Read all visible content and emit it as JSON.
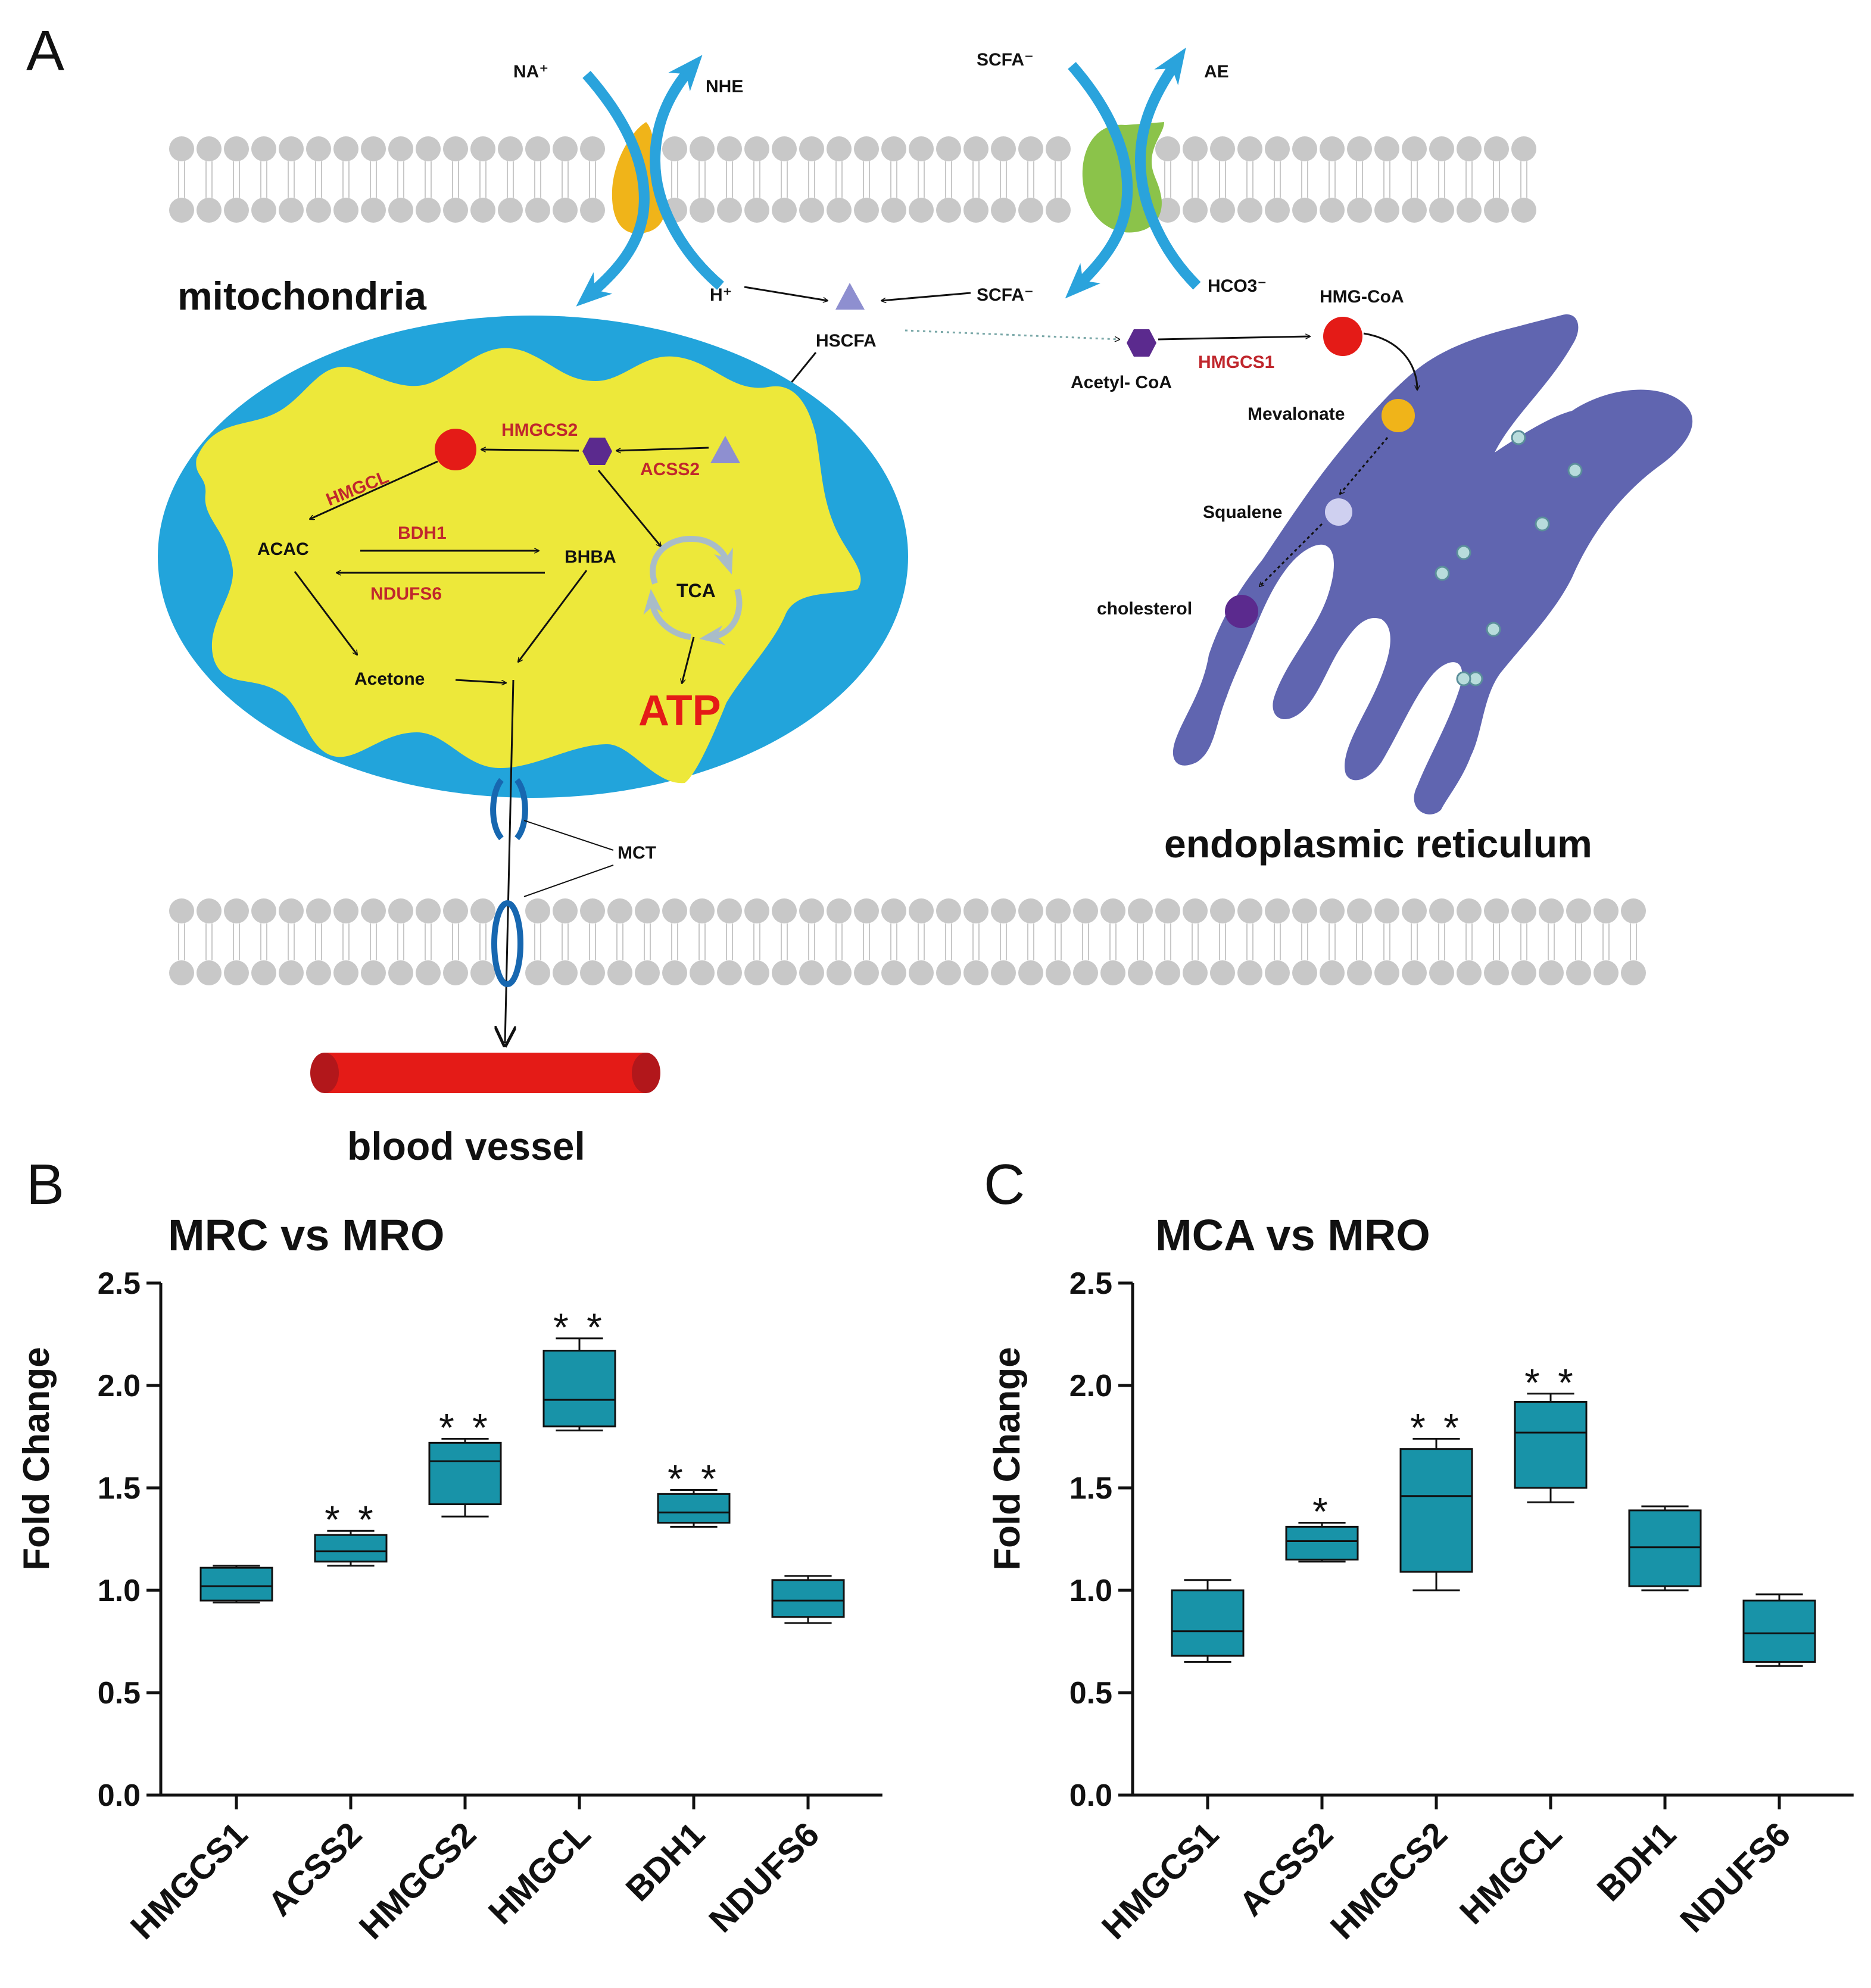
{
  "panel_labels": {
    "a": "A",
    "b": "B",
    "c": "C"
  },
  "diagram": {
    "mito_title": "mitochondria",
    "er_title": "endoplasmic reticulum",
    "vessel_title": "blood vessel",
    "nhe": {
      "na": "NA⁺",
      "nhe": "NHE",
      "h": "H⁺"
    },
    "ae": {
      "scfa_in": "SCFA⁻",
      "ae": "AE",
      "hco3": "HCO3⁻"
    },
    "scfa_out": "SCFA⁻",
    "hscfa": "HSCFA",
    "acetyl_coa": "Acetyl- CoA",
    "hmgcs1": "HMGCS1",
    "hmg_coa": "HMG-CoA",
    "mevalonate": "Mevalonate",
    "squalene": "Squalene",
    "cholesterol": "cholesterol",
    "hmgcs2": "HMGCS2",
    "acss2": "ACSS2",
    "hmgcl": "HMGCL",
    "acac": "ACAC",
    "bdh1": "BDH1",
    "ndufs6": "NDUFS6",
    "bhba": "BHBA",
    "tca": "TCA",
    "acetone": "Acetone",
    "atp": "ATP",
    "mct": "MCT",
    "colors": {
      "membrane": "#c8c8c8",
      "transporter_arrow": "#2aa3dc",
      "nhe_protein": "#f0b419",
      "ae_protein": "#8bc34a",
      "mito_outer": "#22a4db",
      "mito_inner": "#ede83a",
      "enzyme_label": "#c0272d",
      "er": "#6065b0",
      "vessel": "#e41b17",
      "atp": "#e41b17"
    }
  },
  "chart_data": [
    {
      "type": "box",
      "title": "MRC vs MRO",
      "ylabel": "Fold Change",
      "xlabel": "",
      "ylim": [
        0,
        2.5
      ],
      "yticks": [
        "0.0",
        "0.5",
        "1.0",
        "1.5",
        "2.0",
        "2.5"
      ],
      "categories": [
        "HMGCS1",
        "ACSS2",
        "HMGCS2",
        "HMGCL",
        "BDH1",
        "NDUFS6"
      ],
      "boxes": [
        {
          "min": 0.94,
          "q1": 0.95,
          "median": 1.02,
          "q3": 1.11,
          "max": 1.12,
          "sig": ""
        },
        {
          "min": 1.12,
          "q1": 1.14,
          "median": 1.19,
          "q3": 1.27,
          "max": 1.29,
          "sig": "**"
        },
        {
          "min": 1.36,
          "q1": 1.42,
          "median": 1.63,
          "q3": 1.72,
          "max": 1.74,
          "sig": "**"
        },
        {
          "min": 1.78,
          "q1": 1.8,
          "median": 1.93,
          "q3": 2.17,
          "max": 2.23,
          "sig": "**"
        },
        {
          "min": 1.31,
          "q1": 1.33,
          "median": 1.38,
          "q3": 1.47,
          "max": 1.49,
          "sig": "**"
        },
        {
          "min": 0.84,
          "q1": 0.87,
          "median": 0.95,
          "q3": 1.05,
          "max": 1.07,
          "sig": ""
        }
      ],
      "box_color": "#1893a8"
    },
    {
      "type": "box",
      "title": "MCA vs MRO",
      "ylabel": "Fold Change",
      "xlabel": "",
      "ylim": [
        0,
        2.5
      ],
      "yticks": [
        "0.0",
        "0.5",
        "1.0",
        "1.5",
        "2.0",
        "2.5"
      ],
      "categories": [
        "HMGCS1",
        "ACSS2",
        "HMGCS2",
        "HMGCL",
        "BDH1",
        "NDUFS6"
      ],
      "boxes": [
        {
          "min": 0.65,
          "q1": 0.68,
          "median": 0.8,
          "q3": 1.0,
          "max": 1.05,
          "sig": ""
        },
        {
          "min": 1.14,
          "q1": 1.15,
          "median": 1.24,
          "q3": 1.31,
          "max": 1.33,
          "sig": "*"
        },
        {
          "min": 1.0,
          "q1": 1.09,
          "median": 1.46,
          "q3": 1.69,
          "max": 1.74,
          "sig": "**"
        },
        {
          "min": 1.43,
          "q1": 1.5,
          "median": 1.77,
          "q3": 1.92,
          "max": 1.96,
          "sig": "**"
        },
        {
          "min": 1.0,
          "q1": 1.02,
          "median": 1.21,
          "q3": 1.39,
          "max": 1.41,
          "sig": ""
        },
        {
          "min": 0.63,
          "q1": 0.65,
          "median": 0.79,
          "q3": 0.95,
          "max": 0.98,
          "sig": ""
        }
      ],
      "box_color": "#1893a8"
    }
  ]
}
